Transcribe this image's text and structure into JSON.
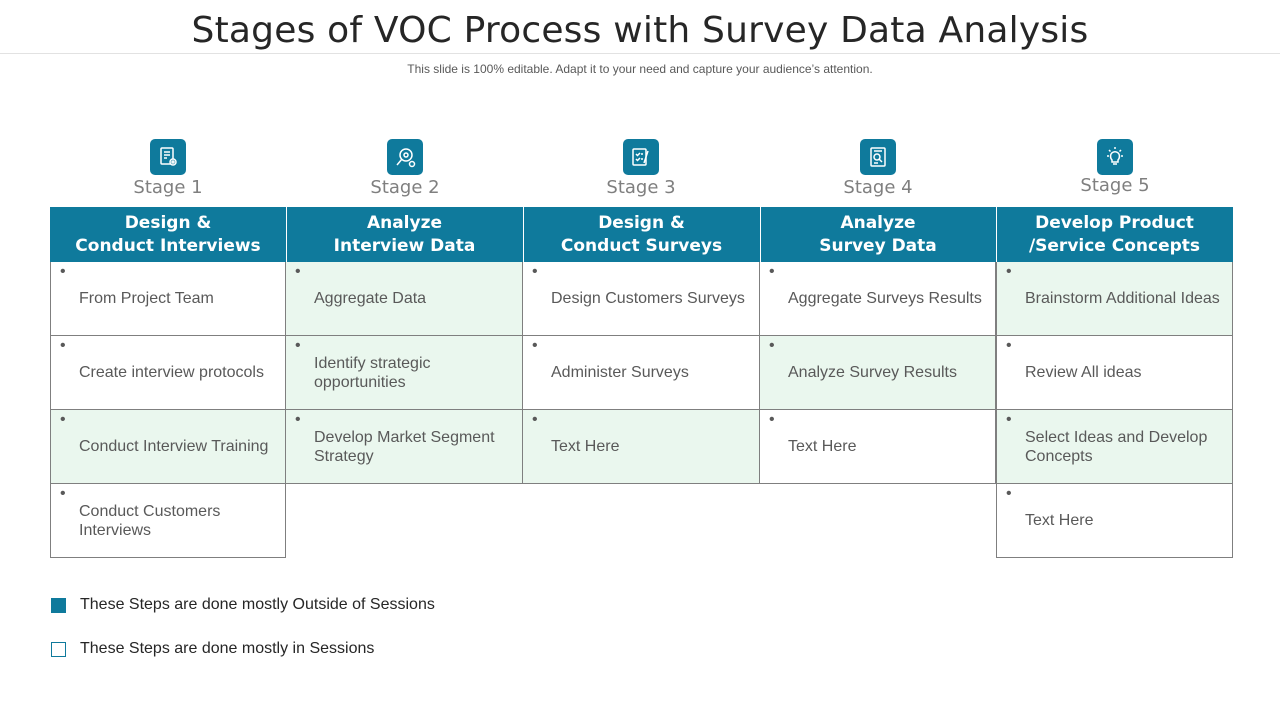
{
  "title": "Stages of VOC Process with Survey Data Analysis",
  "subtitle": "This slide is 100% editable. Adapt it to your need and capture your audience’s attention.",
  "colors": {
    "accent": "#0f7a9c",
    "session_fill": "#eaf7ee",
    "border": "#7f7f7f"
  },
  "stages": [
    {
      "label": "Stage 1",
      "icon": "document-gear-icon",
      "heading_line1": "Design &",
      "heading_line2": "Conduct Interviews"
    },
    {
      "label": "Stage 2",
      "icon": "magnifier-gear-icon",
      "heading_line1": "Analyze",
      "heading_line2": "Interview Data"
    },
    {
      "label": "Stage 3",
      "icon": "survey-form-icon",
      "heading_line1": "Design &",
      "heading_line2": "Conduct Surveys"
    },
    {
      "label": "Stage 4",
      "icon": "report-analysis-icon",
      "heading_line1": "Analyze",
      "heading_line2": "Survey Data"
    },
    {
      "label": "Stage 5",
      "icon": "lightbulb-idea-icon",
      "heading_line1": "Develop Product",
      "heading_line2": "/Service Concepts"
    }
  ],
  "rows": [
    [
      {
        "text": "From Project Team",
        "in_session": false
      },
      {
        "text": "Aggregate Data",
        "in_session": true
      },
      {
        "text": "Design Customers Surveys",
        "in_session": false
      },
      {
        "text": "Aggregate Surveys Results",
        "in_session": false
      },
      {
        "text": "Brainstorm Additional Ideas",
        "in_session": true
      }
    ],
    [
      {
        "text": "Create interview protocols",
        "in_session": false
      },
      {
        "text": "Identify strategic opportunities",
        "in_session": true
      },
      {
        "text": "Administer Surveys",
        "in_session": false
      },
      {
        "text": "Analyze Survey Results",
        "in_session": true
      },
      {
        "text": "Review All ideas",
        "in_session": false
      }
    ],
    [
      {
        "text": "Conduct Interview Training",
        "in_session": true
      },
      {
        "text": "Develop Market Segment Strategy",
        "in_session": true
      },
      {
        "text": "Text Here",
        "in_session": true
      },
      {
        "text": "Text Here",
        "in_session": false
      },
      {
        "text": "Select Ideas and Develop Concepts",
        "in_session": true
      }
    ],
    [
      {
        "text": "Conduct Customers Interviews",
        "in_session": false
      },
      null,
      null,
      null,
      {
        "text": "Text Here",
        "in_session": false
      }
    ]
  ],
  "legend": {
    "outside": "These Steps are done mostly Outside of Sessions",
    "inside": "These Steps are done mostly in Sessions"
  }
}
